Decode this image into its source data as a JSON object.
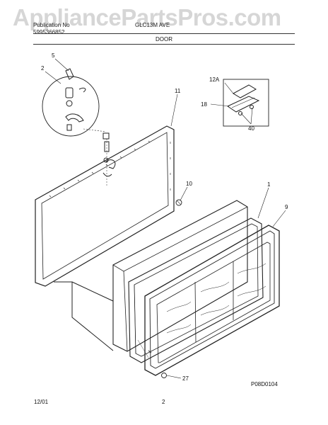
{
  "watermark": "AppliancePartsPros.com",
  "header": {
    "publication_label": "Publication No",
    "publication_number": "5995366852",
    "model_text": "GLC13M AVE",
    "section_title": "DOOR"
  },
  "callouts": {
    "c5": "5",
    "c2": "2",
    "c11": "11",
    "c12a": "12A",
    "c18": "18",
    "c40": "40",
    "c10": "10",
    "c1": "1",
    "c9": "9",
    "c27": "27"
  },
  "footer": {
    "date": "12/01",
    "page": "2",
    "drawing_code": "P08D0104"
  }
}
